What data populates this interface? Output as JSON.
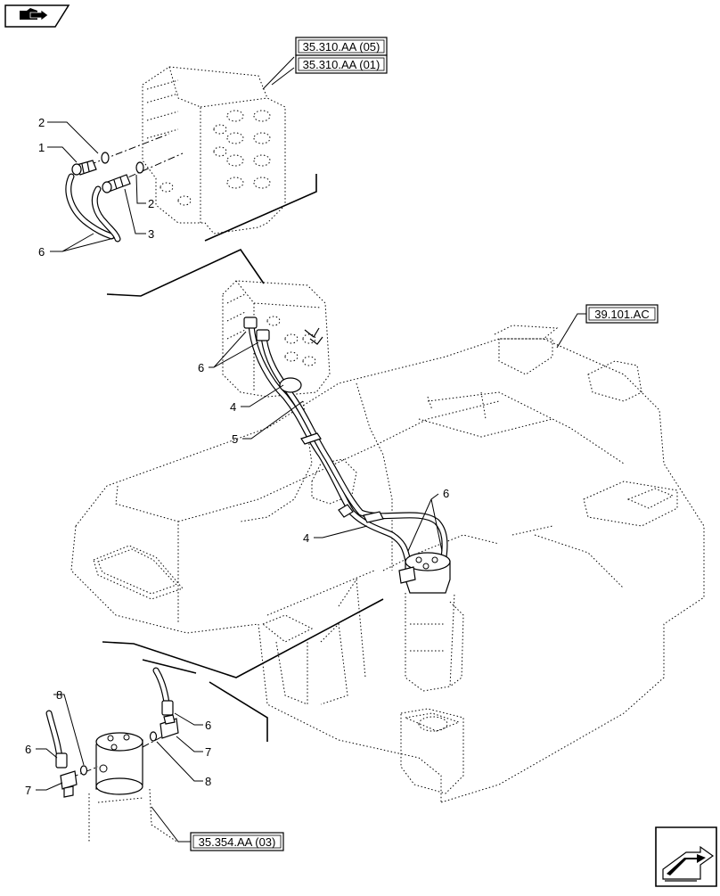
{
  "references": {
    "valve_05": "35.310.AA (05)",
    "valve_01": "35.310.AA (01)",
    "frame": "39.101.AC",
    "swivel": "35.354.AA (03)"
  },
  "callouts": {
    "c1": "1",
    "c2a": "2",
    "c2b": "2",
    "c3": "3",
    "c6a": "6",
    "c6b": "6",
    "c4a": "4",
    "c5": "5",
    "c6c": "6",
    "c4b": "4",
    "c8a": "8",
    "c6d": "6",
    "c6e": "6",
    "c7a": "7",
    "c7b": "7",
    "c8b": "8"
  },
  "icons": {
    "top_left": "book-arrow-icon",
    "bottom_right": "next-page-arrow-icon"
  }
}
